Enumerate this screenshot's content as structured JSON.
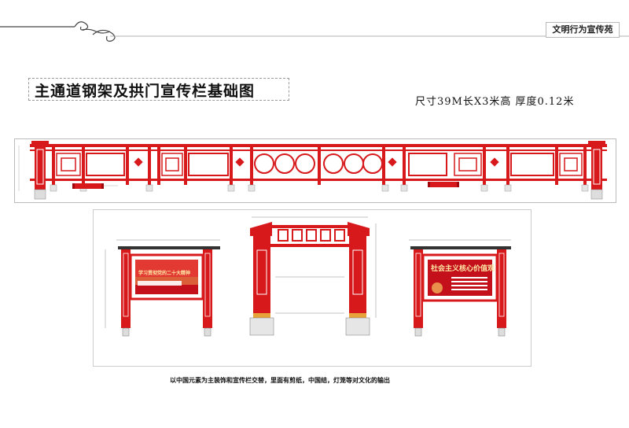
{
  "header": {
    "brand_tag": "文明行为宣传苑"
  },
  "title": {
    "main": "主通道钢架及拱门宣传栏基础图",
    "spec": "尺寸39M长X3米高 厚度0.12米"
  },
  "posters": {
    "left": {
      "headline": "学习贯彻党的二十大精神"
    },
    "right": {
      "headline": "社会主义核心价值观"
    }
  },
  "caption": {
    "text": "以中国元素为主装饰和宣传栏交替，里面有剪纸，中国结，灯笼等对文化的输出"
  },
  "colors": {
    "primary_red": "#d7191c",
    "dark_red": "#a0080c",
    "gold": "#e8a23a",
    "steel": "#777777"
  }
}
